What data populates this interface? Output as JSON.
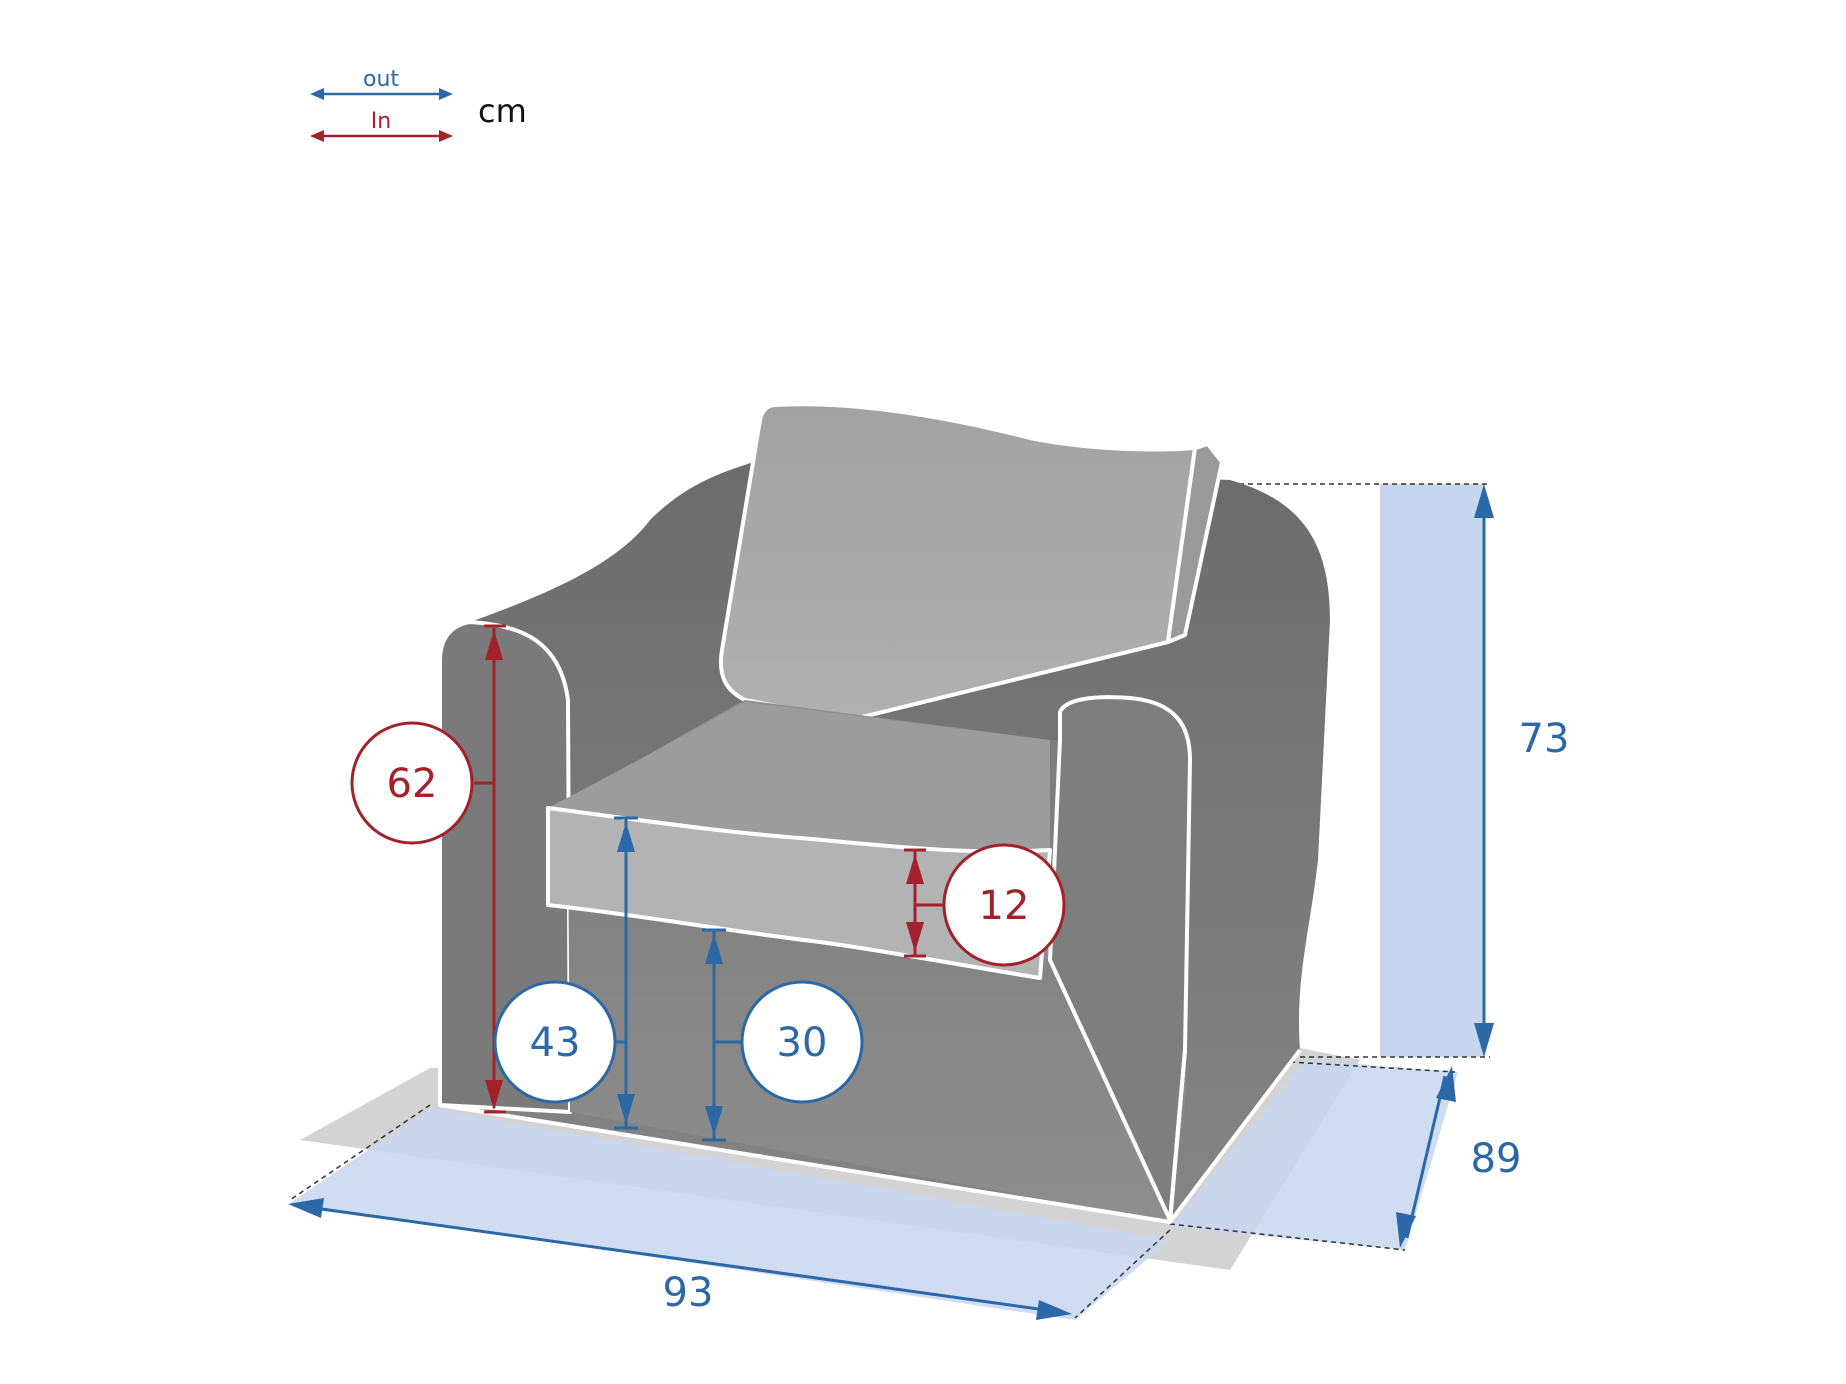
{
  "legend": {
    "out_label": "out",
    "in_label": "In",
    "unit": "cm"
  },
  "dimensions": {
    "armrest_height_inner": "62",
    "seat_height": "43",
    "base_clearance": "30",
    "cushion_thickness": "12",
    "total_height": "73",
    "depth": "89",
    "width": "93"
  },
  "colors": {
    "out_blue": "#2a68a8",
    "in_red": "#a3212a",
    "body_dark": "#757575",
    "cushion_light": "#a8a8a8",
    "floor_shadow": "#cfcfcf",
    "measure_fill": "#c7d6ee"
  }
}
